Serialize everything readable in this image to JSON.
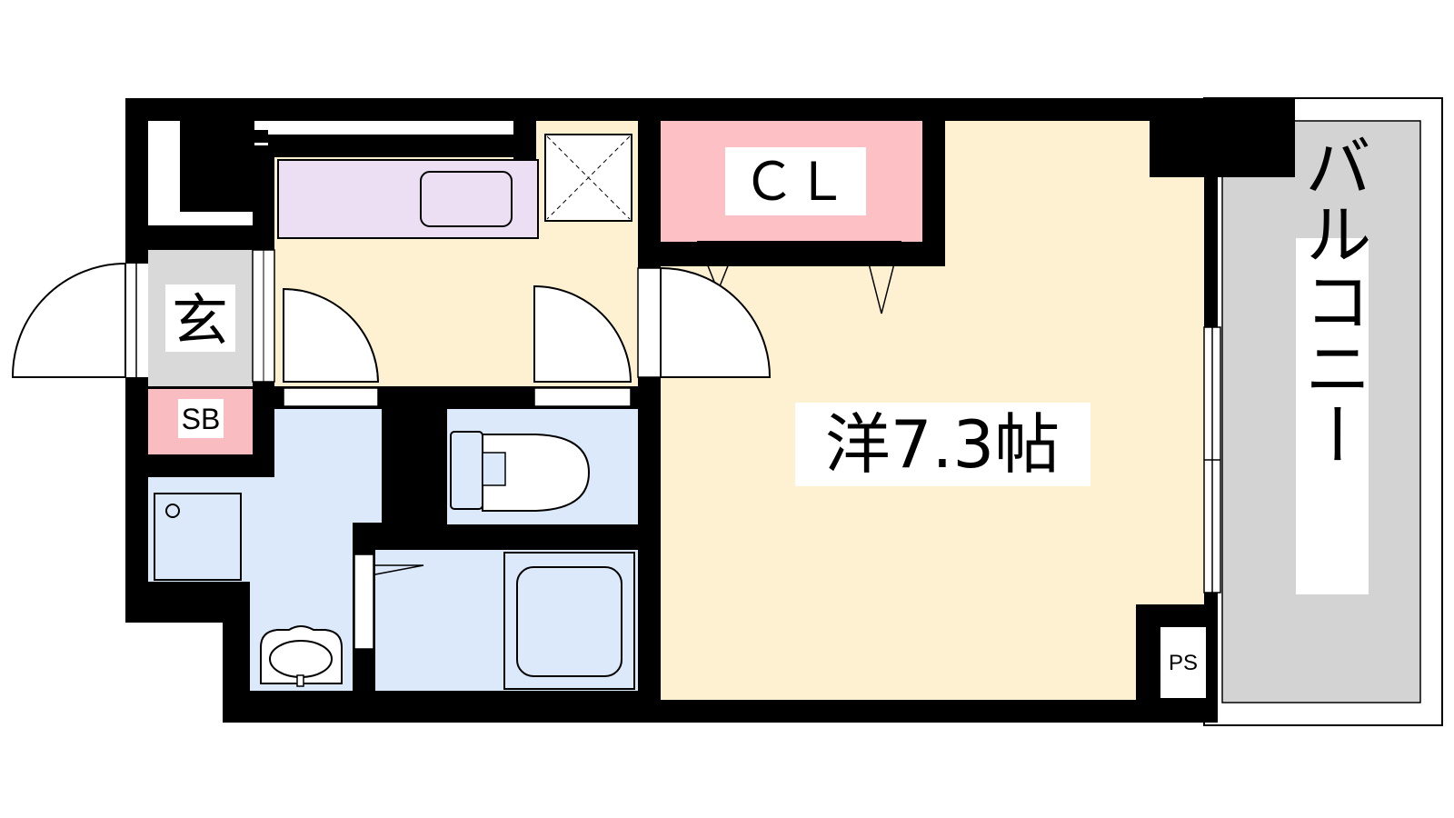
{
  "rooms": {
    "closet": {
      "label": "ＣＬ"
    },
    "western_room": {
      "label": "洋7.3帖"
    },
    "entrance": {
      "label": "玄"
    },
    "shoe_box": {
      "label": "SB"
    },
    "balcony": {
      "label": "バルコニー"
    },
    "pipe_space": {
      "label": "PS"
    }
  },
  "colors": {
    "wall": "#000000",
    "room_floor": "#fdf1d2",
    "wet_area": "#dbe9fb",
    "closet": "#fdc0c5",
    "shoe_box": "#f9bcc1",
    "entrance": "#d9d9d9",
    "balcony": "#d3d3d3",
    "kitchen_counter": "#ecdff4"
  }
}
